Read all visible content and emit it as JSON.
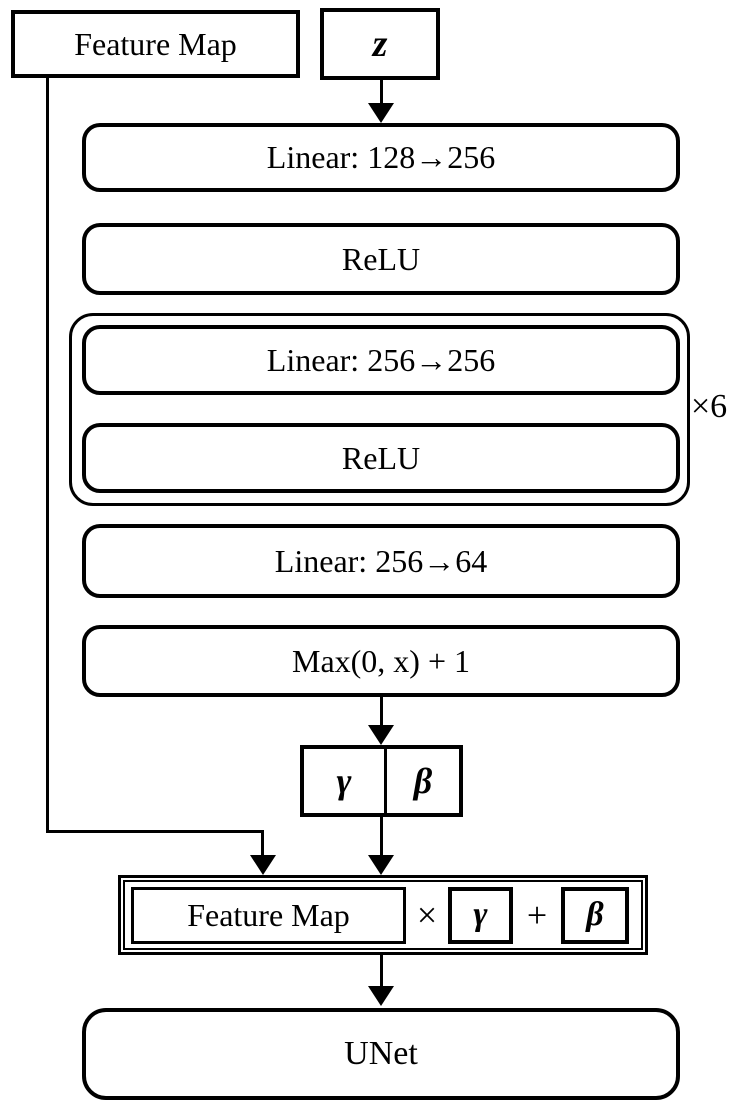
{
  "colors": {
    "stroke": "#000000",
    "background": "#ffffff",
    "text": "#000000"
  },
  "nodes": {
    "feature_map_source": "Feature Map",
    "z_input": "z",
    "linear_128_256": "Linear: 128→256",
    "relu_1": "ReLU",
    "repeat_group": {
      "linear_256_256": "Linear: 256→256",
      "relu": "ReLU",
      "repeat_count_label": "×6"
    },
    "linear_256_64": "Linear: 256→64",
    "shifted_relu": "Max(0, x) + 1",
    "gamma_beta_split": {
      "gamma": "γ",
      "beta": "β"
    },
    "modulation": {
      "feature_map": "Feature Map",
      "multiply_operator": "×",
      "gamma": "γ",
      "add_operator": "+",
      "beta": "β"
    },
    "unet": "UNet"
  }
}
